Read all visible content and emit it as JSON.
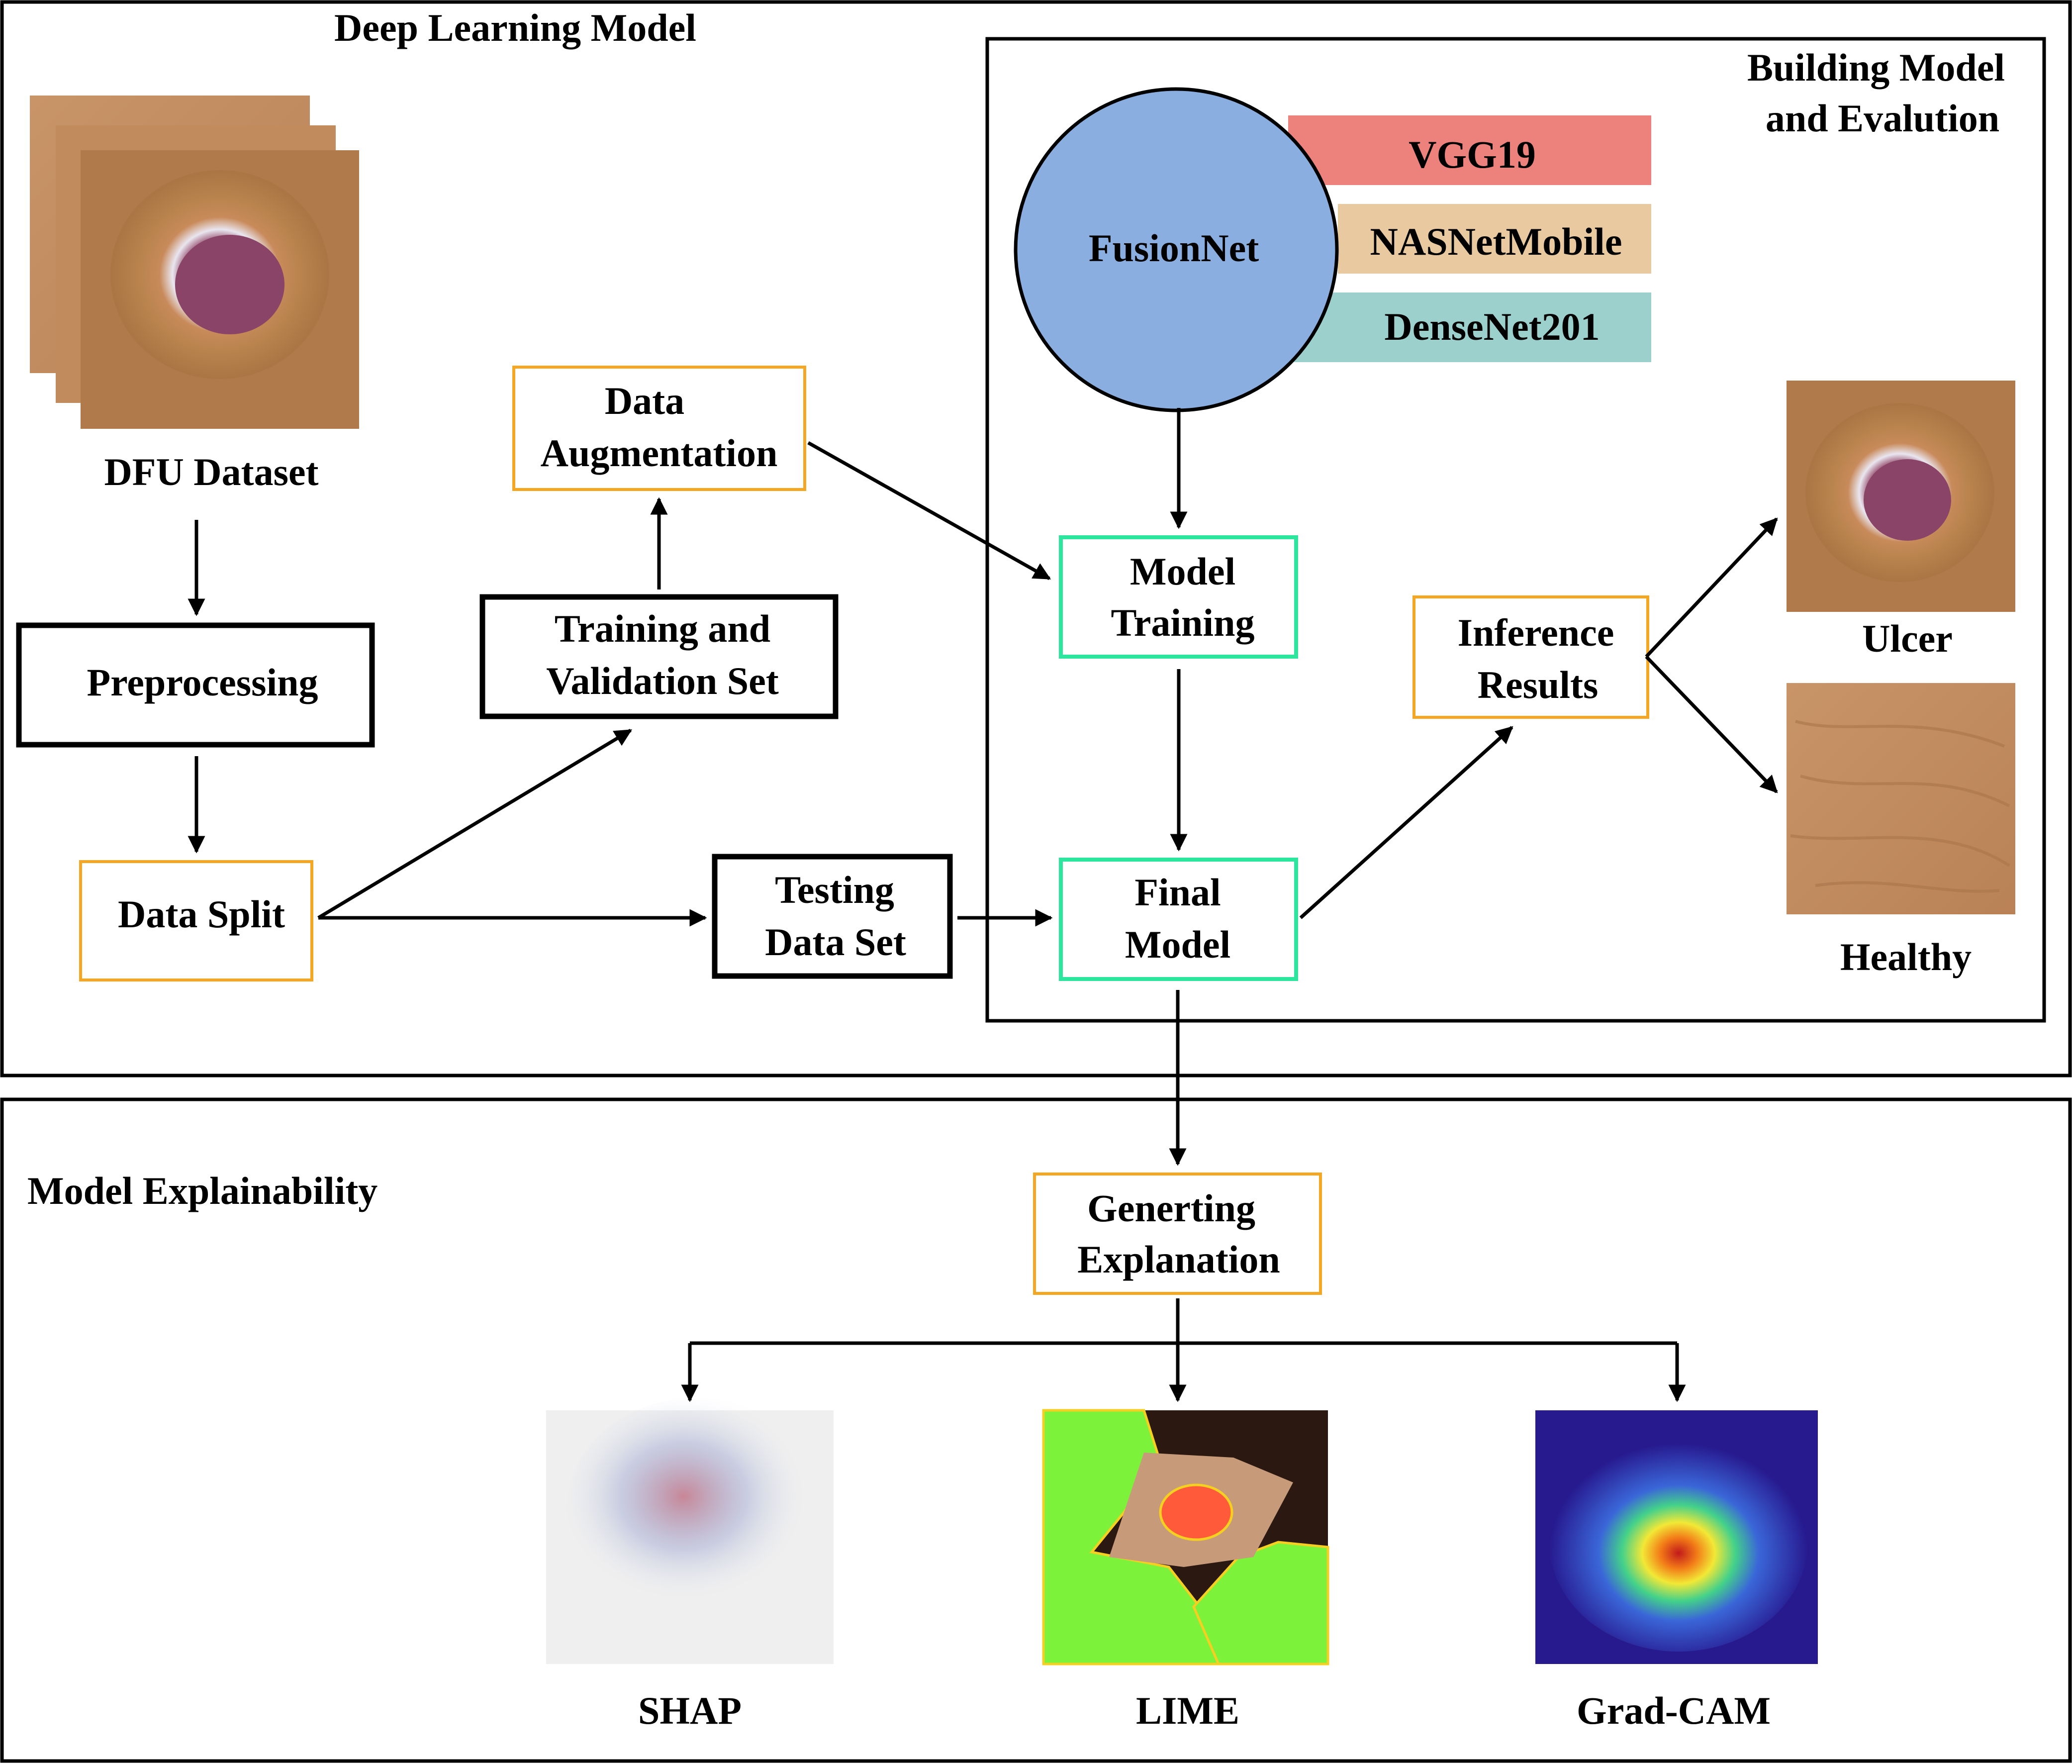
{
  "sections": {
    "deep_learning": "Deep Learning Model",
    "building": [
      "Building Model",
      "and Evalution"
    ],
    "explainability": "Model Explainability"
  },
  "nodes": {
    "dfu_dataset": "DFU Dataset",
    "preprocessing": "Preprocessing",
    "data_split": "Data Split",
    "training_validation": [
      "Training and",
      "Validation Set"
    ],
    "data_augmentation": [
      "Data",
      "Augmentation"
    ],
    "testing": [
      "Testing",
      "Data Set"
    ],
    "model_training": [
      "Model",
      "Training"
    ],
    "final_model": [
      "Final",
      "Model"
    ],
    "inference": [
      "Inference",
      "Results"
    ],
    "generating_explanation": [
      "Generting",
      "Explanation"
    ]
  },
  "fusion": {
    "label": "FusionNet",
    "backbones": [
      "VGG19",
      "NASNetMobile",
      "DenseNet201"
    ]
  },
  "outcomes": {
    "ulcer": "Ulcer",
    "healthy": "Healthy"
  },
  "explanations": {
    "shap": "SHAP",
    "lime": "LIME",
    "gradcam": "Grad-CAM"
  },
  "colors": {
    "orange_box": "#f5a623",
    "green_box": "#2ee59d",
    "fusion_circle": "#8aaee0",
    "vgg": "#ed827c",
    "nasnet": "#e9c9a0",
    "densenet": "#9bd0cd"
  },
  "icons": [
    "ulcer-photo",
    "healthy-skin-photo",
    "shap-heatmap",
    "lime-mask",
    "gradcam-heatmap"
  ]
}
